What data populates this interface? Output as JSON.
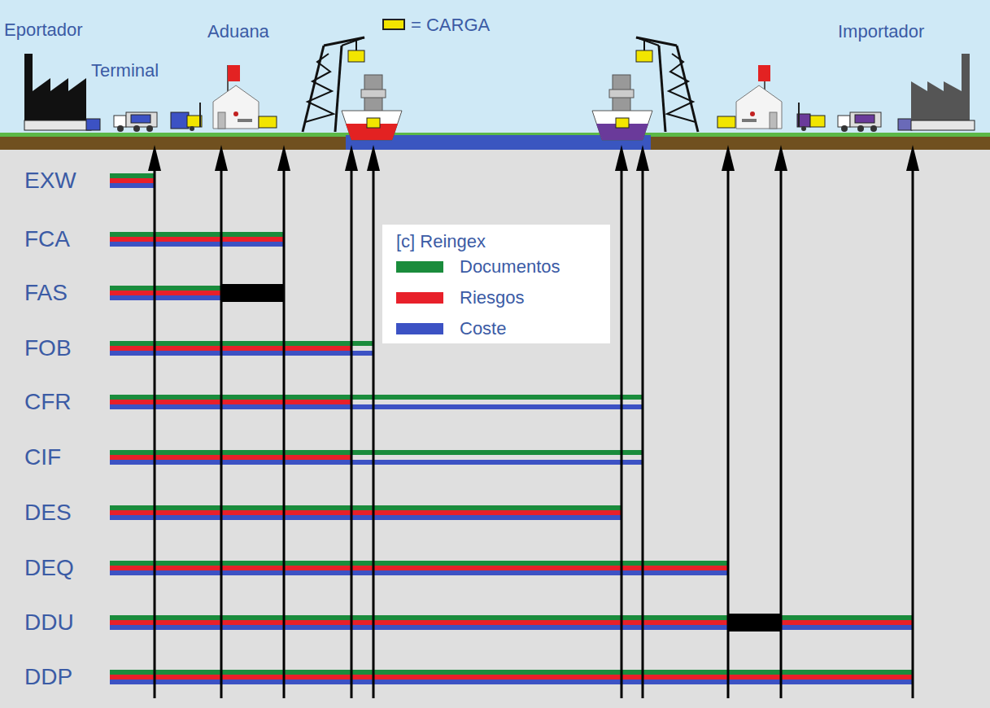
{
  "diagram": {
    "labels": [
      "Eportador",
      "Terminal",
      "Aduana",
      "Importador",
      "[c] Reingex",
      "EXW",
      "FCA",
      "FAS",
      "FOB",
      "CFR",
      "CIF",
      "DES",
      "DEQ",
      "DDU",
      "DDP"
    ],
    "legend": [
      {
        "text": "= CARGA",
        "color": "#f2e500"
      },
      {
        "text": "Documentos",
        "color": "#1a8c3c"
      },
      {
        "text": "Riesgos",
        "color": "#e8202a"
      },
      {
        "text": "Coste",
        "color": "#3c52c4"
      }
    ]
  }
}
